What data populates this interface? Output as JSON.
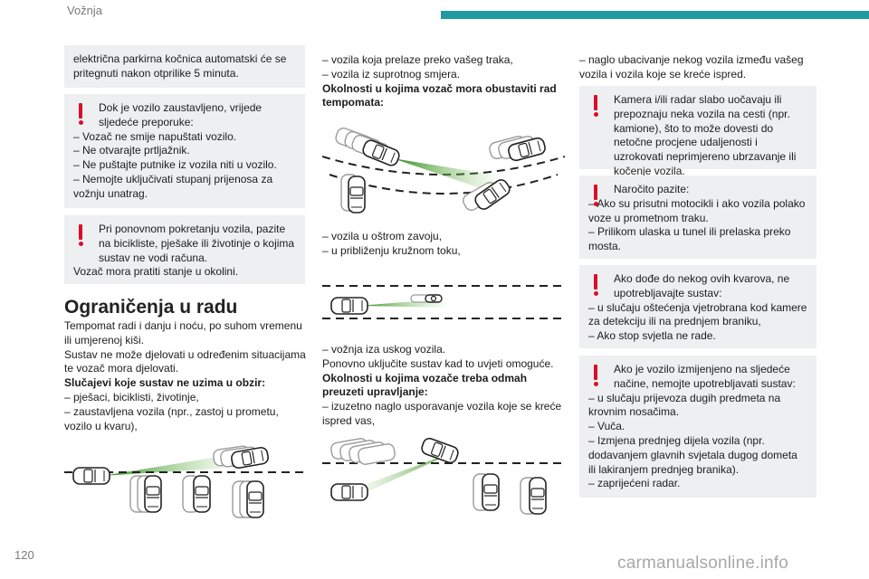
{
  "header": {
    "section": "Vožnja",
    "accent": "#1f9aa0"
  },
  "page_number": "120",
  "watermark": "carmanualsonline.info",
  "col1": {
    "box_top": "električna parkirna kočnica automatski će se pritegnuti nakon otprilike 5 minuta.",
    "warn1": {
      "first": "Dok je vozilo zaustavljeno, vrijede sljedeće preporuke:",
      "lines": [
        "– Vozač ne smije napuštati vozilo.",
        "– Ne otvarajte prtljažnik.",
        "– Ne puštajte putnike iz vozila niti u vozilo.",
        "– Nemojte uključivati stupanj prijenosa za vožnju unatrag."
      ]
    },
    "warn2": {
      "first": "Pri ponovnom pokretanju vozila, pazite na bicikliste, pješake ili životinje o kojima sustav ne vodi računa.",
      "lines": [
        "Vozač mora pratiti stanje u okolini."
      ]
    },
    "heading": "Ograničenja u radu",
    "para1": "Tempomat radi i danju i noću, po suhom vremenu ili umjerenoj kiši.",
    "para2": "Sustav ne može djelovati u određenim situacijama te vozač mora djelovati.",
    "bold1": "Slučajevi koje sustav ne uzima u obzir:",
    "list1": [
      "– pješaci, biciklisti, životinje,",
      "– zaustavljena vozila (npr., zastoj u prometu, vozilo u kvaru),"
    ]
  },
  "col2": {
    "list_top": [
      "– vozila koja prelaze preko vašeg traka,",
      "– vozila iz suprotnog smjera."
    ],
    "bold1": "Okolnosti u kojima vozač mora obustaviti rad tempomata:",
    "list2": [
      "– vozila u oštrom zavoju,",
      "– u približenju kružnom toku,"
    ],
    "list3": [
      "– vožnja iza uskog vozila."
    ],
    "para": "Ponovno uključite sustav kad to uvjeti omoguće.",
    "bold2": "Okolnosti u kojima vozače treba odmah preuzeti upravljanje:",
    "list4": [
      "– izuzetno naglo usporavanje vozila koje se kreće ispred vas,"
    ]
  },
  "col3": {
    "list_top": [
      "– naglo ubacivanje nekog vozila između vašeg vozila i vozila koje se kreće ispred."
    ],
    "warn1": {
      "first": "Kamera i/ili radar slabo uočavaju ili prepoznaju neka vozila na cesti (npr. kamione), što to može dovesti do netočne procjene udaljenosti i uzrokovati neprimjereno ubrzavanje ili kočenje vozila."
    },
    "warn2": {
      "first": "Naročito pazite:",
      "lines": [
        "– Ako su prisutni motocikli i ako vozila polako voze u prometnom traku.",
        "– Prilikom ulaska u tunel ili prelaska preko mosta."
      ]
    },
    "warn3": {
      "first": "Ako dođe do nekog ovih kvarova, ne upotrebljavajte sustav:",
      "lines": [
        "– u slučaju oštećenja vjetrobrana kod kamere za detekciju ili na prednjem braniku,",
        "– Ako stop svjetla ne rade."
      ]
    },
    "warn4": {
      "first": "Ako je vozilo izmijenjeno na sljedeće načine, nemojte upotrebljavati sustav:",
      "lines": [
        "– u slučaju prijevoza dugih predmeta na krovnim nosačima.",
        "– Vuča.",
        "– Izmjena prednjeg dijela vozila (npr. dodavanjem glavnih svjetala dugog dometa ili lakiranjem prednjeg branika).",
        "– zaprijećeni radar."
      ]
    }
  }
}
